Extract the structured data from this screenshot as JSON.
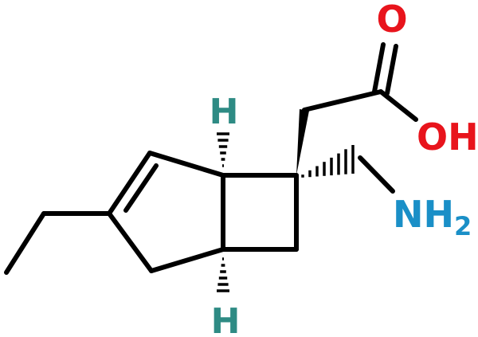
{
  "molecule": {
    "atoms": {
      "carbonyl_oxygen": "O",
      "hydroxyl": "OH",
      "amine_n": "NH",
      "amine_sub": "2",
      "hydrogen_top": "H",
      "hydrogen_bottom": "H"
    },
    "colors": {
      "bond": "#000000",
      "oxygen": "#e8141c",
      "nitrogen": "#1a8fc7",
      "hydrogen": "#2e8b84"
    }
  }
}
